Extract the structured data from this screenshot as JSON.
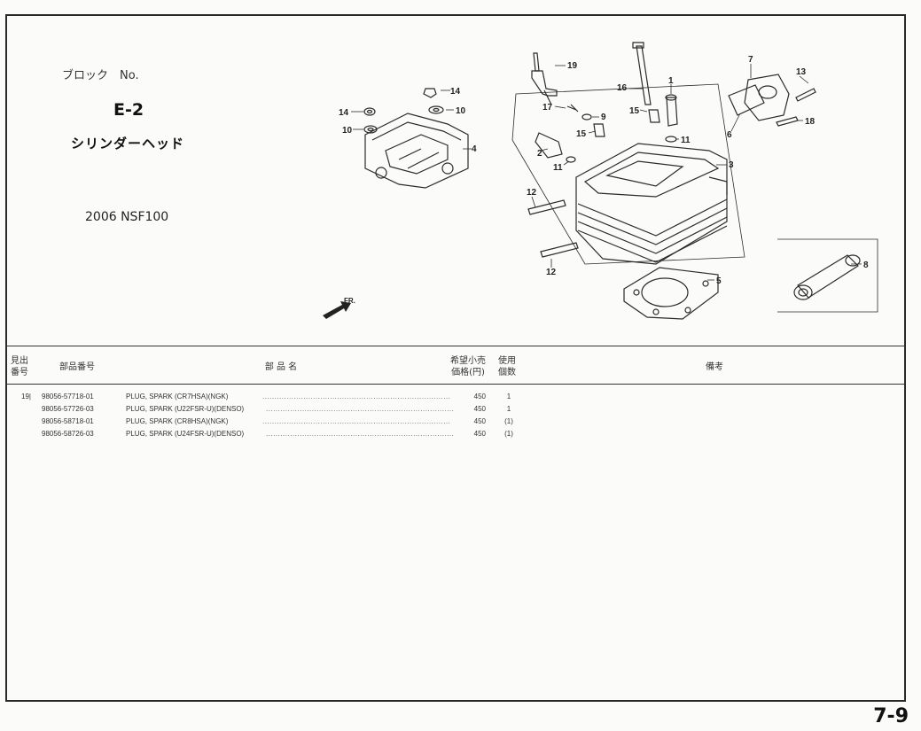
{
  "block": {
    "label": "ブロック　No.",
    "code": "E-2",
    "name": "シリンダーヘッド",
    "model": "2006 NSF100"
  },
  "diagram": {
    "callouts": [
      "19",
      "16",
      "1",
      "7",
      "13",
      "14",
      "10",
      "14",
      "10",
      "4",
      "17",
      "9",
      "15",
      "15",
      "11",
      "6",
      "18",
      "2",
      "11",
      "3",
      "12",
      "12",
      "5",
      "8"
    ],
    "front_mark": "FR."
  },
  "table": {
    "headers": {
      "ref_no": [
        "見出",
        "番号"
      ],
      "part_no": "部品番号",
      "part_name": "部 品 名",
      "price": [
        "希望小売",
        "価格(円)"
      ],
      "qty": [
        "使用",
        "個数"
      ],
      "remarks": "備考"
    },
    "rows": [
      {
        "ref": "19|",
        "part_no": "98056-57718-01",
        "name": "PLUG, SPARK (CR7HSA)(NGK)",
        "price": "450",
        "qty": "1"
      },
      {
        "ref": "",
        "part_no": "98056-57726-03",
        "name": "PLUG, SPARK (U22FSR-U)(DENSO)",
        "price": "450",
        "qty": "1"
      },
      {
        "ref": "",
        "part_no": "98056-58718-01",
        "name": "PLUG, SPARK (CR8HSA)(NGK)",
        "price": "450",
        "qty": "(1)"
      },
      {
        "ref": "",
        "part_no": "98056-58726-03",
        "name": "PLUG, SPARK (U24FSR-U)(DENSO)",
        "price": "450",
        "qty": "(1)"
      }
    ]
  },
  "page_number": "7-9"
}
